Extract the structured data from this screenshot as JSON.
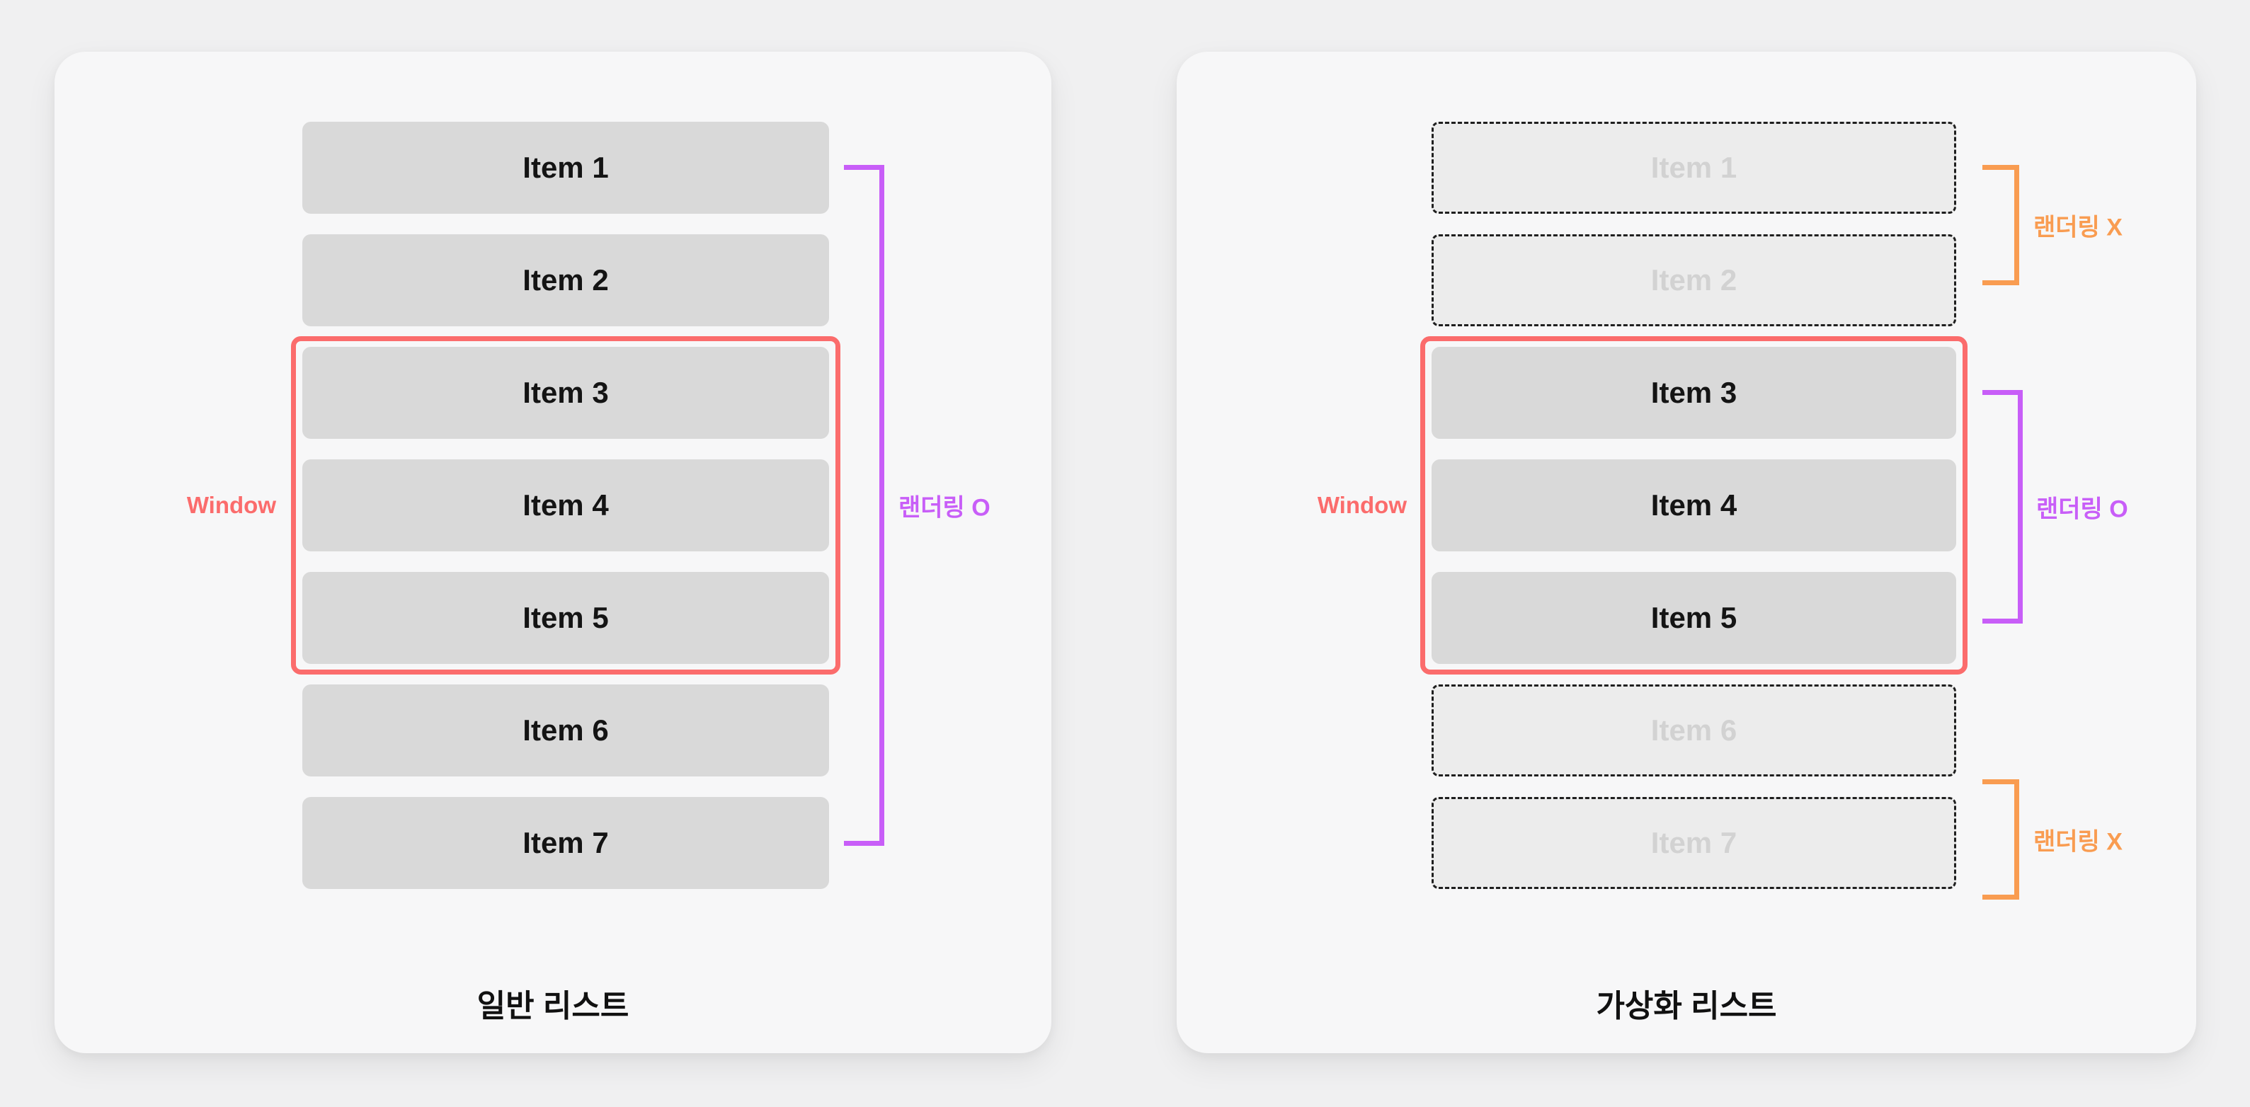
{
  "diagram": {
    "description_colors": {
      "window_red": "#FB6C6C",
      "render_on_purple": "#C85EF8",
      "render_off_orange": "#F99C51",
      "item_gray": "#D9D9D9",
      "ghost_item_bg": "#ECECEC",
      "ghost_item_text": "#D2D2D2",
      "panel_bg": "#F7F7F8",
      "page_bg": "#F0F0F1"
    }
  },
  "panels": [
    {
      "title": "일반 리스트",
      "window_label": "Window",
      "items": [
        {
          "label": "Item 1",
          "rendered": true
        },
        {
          "label": "Item 2",
          "rendered": true
        },
        {
          "label": "Item 3",
          "rendered": true
        },
        {
          "label": "Item 4",
          "rendered": true
        },
        {
          "label": "Item 5",
          "rendered": true
        },
        {
          "label": "Item 6",
          "rendered": true
        },
        {
          "label": "Item 7",
          "rendered": true
        }
      ],
      "brackets": [
        {
          "label": "랜더링 O",
          "items": "1-7",
          "color": "#C85EF8"
        }
      ]
    },
    {
      "title": "가상화 리스트",
      "window_label": "Window",
      "items": [
        {
          "label": "Item 1",
          "rendered": false
        },
        {
          "label": "Item 2",
          "rendered": false
        },
        {
          "label": "Item 3",
          "rendered": true
        },
        {
          "label": "Item 4",
          "rendered": true
        },
        {
          "label": "Item 5",
          "rendered": true
        },
        {
          "label": "Item 6",
          "rendered": false
        },
        {
          "label": "Item 7",
          "rendered": false
        }
      ],
      "brackets": [
        {
          "label": "랜더링 X",
          "items": "1-2",
          "color": "#F99C51"
        },
        {
          "label": "랜더링 O",
          "items": "3-5",
          "color": "#C85EF8"
        },
        {
          "label": "랜더링 X",
          "items": "6-7",
          "color": "#F99C51"
        }
      ]
    }
  ]
}
